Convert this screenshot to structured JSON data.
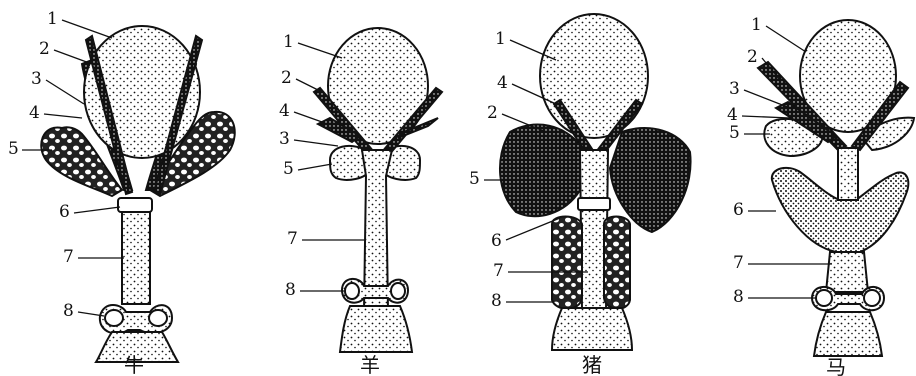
{
  "panels": [
    {
      "caption": "牛",
      "labels": [
        "1",
        "2",
        "3",
        "4",
        "5",
        "6",
        "7",
        "8"
      ]
    },
    {
      "caption": "羊",
      "labels": [
        "1",
        "2",
        "4",
        "3",
        "5",
        "7",
        "8"
      ]
    },
    {
      "caption": "猪",
      "labels": [
        "1",
        "4",
        "2",
        "5",
        "6",
        "7",
        "8"
      ]
    },
    {
      "caption": "马",
      "labels": [
        "1",
        "2",
        "3",
        "4",
        "5",
        "6",
        "7",
        "8"
      ]
    }
  ],
  "colors": {
    "ink": "#111111",
    "paper": "#ffffff"
  }
}
